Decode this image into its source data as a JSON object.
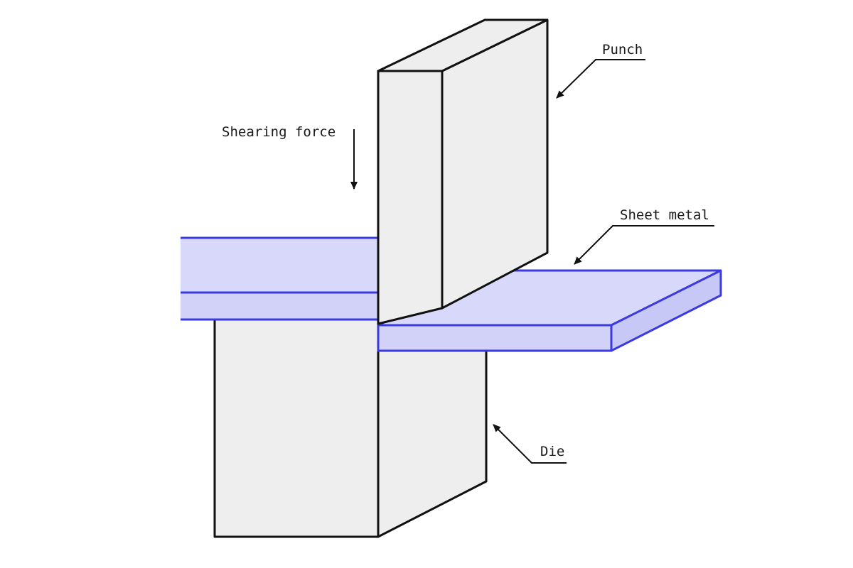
{
  "labels": {
    "punch": "Punch",
    "shearing_force": "Shearing force",
    "sheet_metal": "Sheet metal",
    "die": "Die"
  },
  "colors": {
    "metal_face": "#eeeeee",
    "outline": "#111111",
    "sheet_fill": "#d8d8fb",
    "sheet_fill_dark": "#c8c8f6",
    "sheet_edge": "#3a3ae0"
  }
}
